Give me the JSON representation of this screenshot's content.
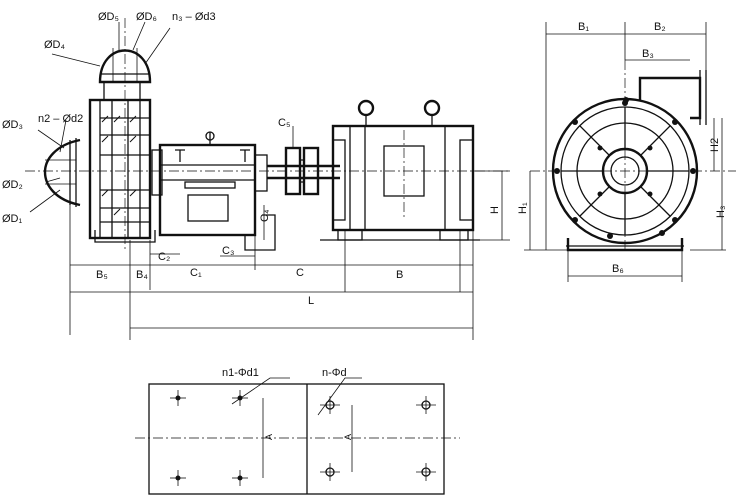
{
  "labels": {
    "d1": "ØD₁",
    "d2": "ØD₂",
    "d3": "ØD₃",
    "d4": "ØD₄",
    "d5": "ØD₅",
    "d6": "ØD₆",
    "n2d2": "n2 – Ød2",
    "n3d3": "n₃ – Ød3",
    "c5": "C₅",
    "c4": "C₄",
    "c2": "C₂",
    "c3": "C₃",
    "c1": "C₁",
    "c": "C",
    "b": "B",
    "b5": "B₅",
    "b4": "B₄",
    "l": "L",
    "h": "H",
    "h1": "H₁",
    "h2": "H2",
    "h3": "H₃",
    "b1": "B₁",
    "b2": "B₂",
    "b3": "B₃",
    "b6": "B₆",
    "n1d1": "n1-Φd1",
    "nd": "n-Φd",
    "a_left": "A",
    "a_right": "A"
  }
}
